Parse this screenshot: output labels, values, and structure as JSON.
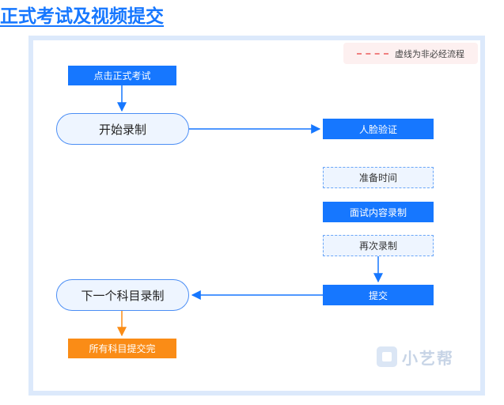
{
  "title": "正式考试及视频提交",
  "legend": {
    "text": "虚线为非必经流程",
    "line_color": "#f08080"
  },
  "nodes": {
    "start_exam": "点击正式考试",
    "start_record": "开始录制",
    "face_verify": "人脸验证",
    "prep_time": "准备时间",
    "interview_record": "面试内容录制",
    "re_record": "再次录制",
    "submit": "提交",
    "next_subject": "下一个科目录制",
    "all_done": "所有科目提交完"
  },
  "watermark": "小艺帮",
  "colors": {
    "primary": "#1677ff",
    "orange": "#fa8c16",
    "frame": "#dce9fb",
    "pill_fill": "#eef5ff"
  }
}
